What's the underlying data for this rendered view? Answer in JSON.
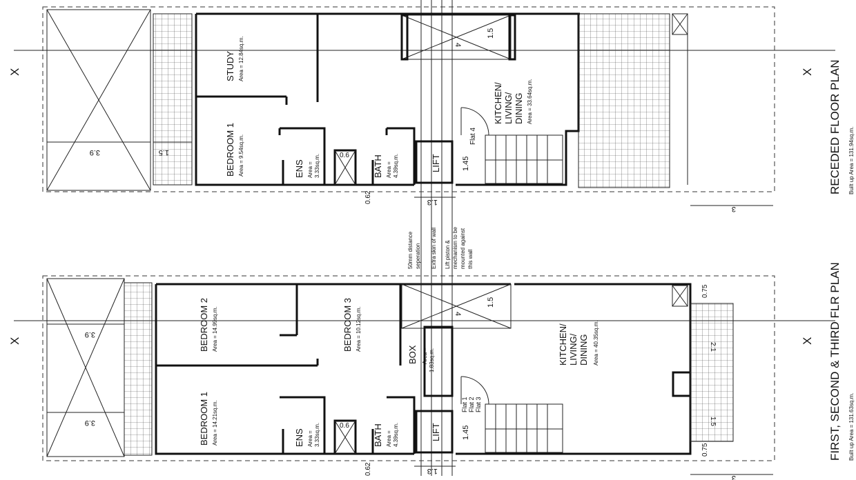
{
  "sections": [
    "X",
    "X",
    "X",
    "X"
  ],
  "upper": {
    "title": "RECEDED FLOOR PLAN",
    "builtup": "Built up Area = 131.94sq.m.",
    "study": {
      "name": "STUDY",
      "area": "Area = 12.84sq.m."
    },
    "bedroom1": {
      "name": "BEDROOM 1",
      "area": "Area = 9.54sq.m."
    },
    "ens": {
      "name": "ENS",
      "area1": "Area =",
      "area2": "3.33sq.m."
    },
    "bath": {
      "name": "BATH",
      "area1": "Area =",
      "area2": "4.39sq.m."
    },
    "lift": "LIFT",
    "kitchen": {
      "l1": "KITCHEN/",
      "l2": "LIVING/",
      "l3": "DINING",
      "area": "Area = 33.64sq.m."
    },
    "flat": "Flat 4",
    "dims": {
      "d39": "3.9",
      "d15a": "1.5",
      "d06": "0.6",
      "d062": "0.62",
      "d13": "1.3",
      "d145": "1.45",
      "d15b": "1.5",
      "d4": "4",
      "d3": "3"
    }
  },
  "lower": {
    "title": "FIRST, SECOND & THIRD FLR PLAN",
    "builtup": "Built up Area = 131.63sq.m.",
    "bedroom2": {
      "name": "BEDROOM 2",
      "area": "Area = 14.99sq.m."
    },
    "bedroom3": {
      "name": "BEDROOM 3",
      "area": "Area = 10.12sq.m."
    },
    "bedroom1": {
      "name": "BEDROOM 1",
      "area": "Area = 14.21sq.m."
    },
    "ens": {
      "name": "ENS",
      "area1": "Area =",
      "area2": "3.33sq.m."
    },
    "bath": {
      "name": "BATH",
      "area1": "Area =",
      "area2": "4.39sq.m."
    },
    "box": {
      "name": "BOX",
      "area1": "Area =",
      "area2": "1.83sq.m."
    },
    "lift": "LIFT",
    "kitchen": {
      "l1": "KITCHEN/",
      "l2": "LIVING/",
      "l3": "DINING",
      "area": "Area = 40.35sq.m."
    },
    "flats": [
      "Flat 1",
      "Flat 2",
      "Flat 3"
    ],
    "dims": {
      "d39a": "3.9",
      "d39b": "3.9",
      "d06": "0.6",
      "d062": "0.62",
      "d13": "1.3",
      "d145": "1.45",
      "d15": "1.5",
      "d4": "4",
      "d075a": "0.75",
      "d075b": "0.75",
      "d21": "2.1",
      "d15b": "1.5",
      "d3": "3"
    }
  },
  "notes": [
    "50mm distance",
    "seperation",
    "Extra skin of wall",
    "Lift piston &",
    "mechanism to be",
    "mounted against",
    "this wall"
  ]
}
